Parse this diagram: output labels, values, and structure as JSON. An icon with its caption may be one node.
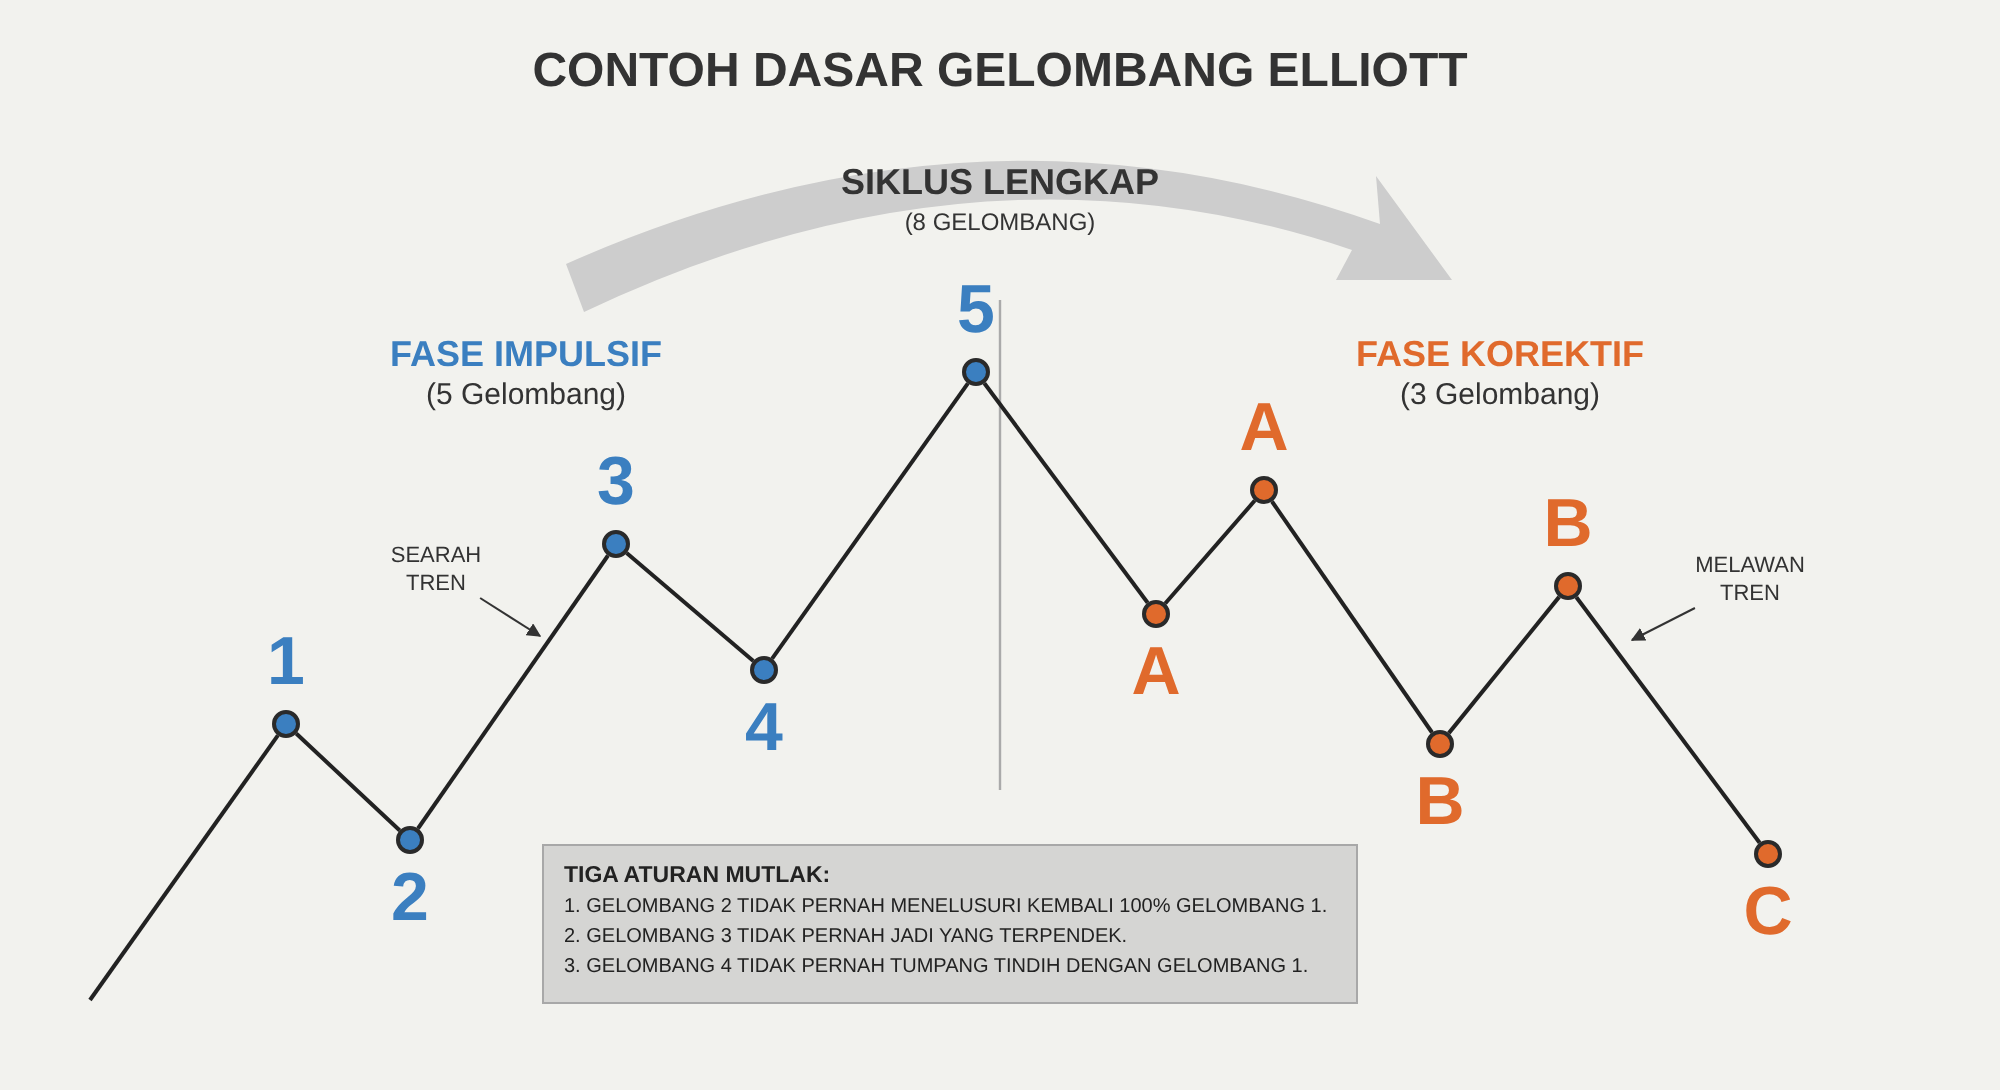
{
  "diagram": {
    "title": "CONTOH DASAR GELOMBANG ELLIOTT",
    "nodes": [
      {
        "text": [],
        "shape": "circle",
        "beside": [
          "1"
        ]
      },
      {
        "text": [],
        "shape": "circle",
        "beside": [
          "2"
        ]
      },
      {
        "text": [],
        "shape": "circle",
        "beside": [
          "3"
        ]
      },
      {
        "text": [],
        "shape": "circle",
        "beside": [
          "4"
        ]
      },
      {
        "text": [],
        "shape": "circle",
        "beside": [
          "5"
        ]
      },
      {
        "text": [],
        "shape": "circle",
        "beside": [
          "A"
        ]
      },
      {
        "text": [],
        "shape": "circle",
        "beside": [
          "A"
        ]
      },
      {
        "text": [],
        "shape": "circle",
        "beside": [
          "B"
        ]
      },
      {
        "text": [],
        "shape": "circle",
        "beside": [
          "B"
        ]
      },
      {
        "text": [],
        "shape": "circle",
        "beside": [
          "C"
        ]
      },
      {
        "text": [
          "SEARAH TREN"
        ]
      },
      {
        "text": [
          "MELAWAN TREN"
        ]
      },
      {
        "text": [
          "TIGA ATURAN MUTLAK:",
          "1. GELOMBANG 2 TIDAK PERNAH MENELUSURI KEMBALI 100% GELOMBANG 1.",
          "2. GELOMBANG 3 TIDAK PERNAH JADI YANG TERPENDEK.",
          "3. GELOMBANG 4 TIDAK PERNAH TUMPANG TINDIH DENGAN GELOMBANG 1."
        ]
      }
    ],
    "edges": [
      {
        "from": null,
        "to": 0,
        "arrow": "none"
      },
      {
        "from": 0,
        "to": 1,
        "arrow": "none"
      },
      {
        "from": 1,
        "to": 2,
        "arrow": "none"
      },
      {
        "from": 2,
        "to": 3,
        "arrow": "none"
      },
      {
        "from": 3,
        "to": 4,
        "arrow": "none"
      },
      {
        "from": 4,
        "to": 5,
        "arrow": "none"
      },
      {
        "from": 5,
        "to": 6,
        "arrow": "none"
      },
      {
        "from": 6,
        "to": 7,
        "arrow": "none"
      },
      {
        "from": 7,
        "to": 8,
        "arrow": "none"
      },
      {
        "from": 8,
        "to": 9,
        "arrow": "none"
      },
      {
        "from": 10,
        "to": null,
        "arrow": "to"
      },
      {
        "from": 11,
        "to": null,
        "arrow": "to"
      }
    ],
    "labels": [
      "SIKLUS LENGKAP",
      "(8 GELOMBANG)",
      "FASE IMPULSIF",
      "(5 Gelombang)",
      "FASE KOREKTIF",
      "(3 Gelombang)"
    ]
  }
}
